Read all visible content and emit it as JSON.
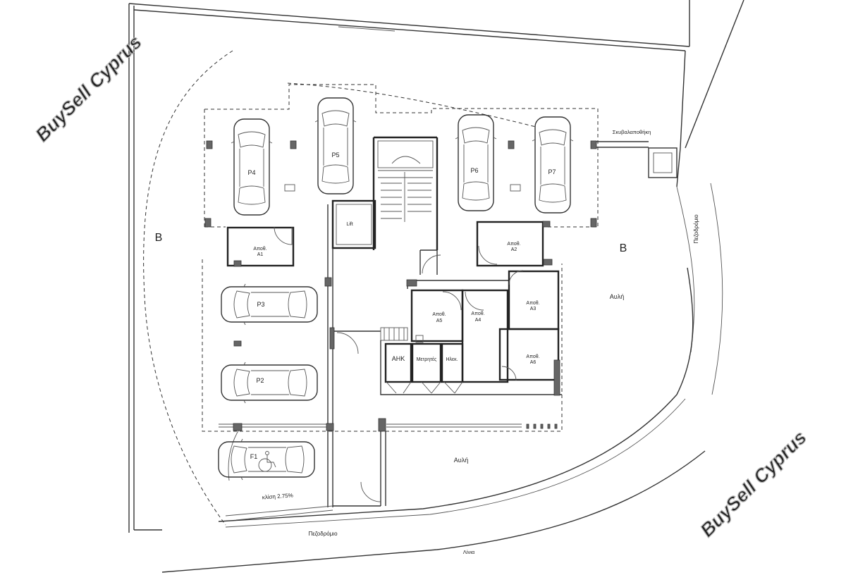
{
  "watermark": "BuySell Cyprus",
  "labels": {
    "p4": "P4",
    "p5": "P5",
    "p6": "P6",
    "p7": "P7",
    "p3": "P3",
    "p2": "P2",
    "f1": "F1",
    "lift": "Lift",
    "store_a1_line1": "Αποθ.",
    "store_a1_line2": "A1",
    "store_a2_line1": "Αποθ.",
    "store_a2_line2": "A2",
    "store_a3_line1": "Αποθ.",
    "store_a3_line2": "A3",
    "store_a4_line1": "Αποθ.",
    "store_a4_line2": "A4",
    "store_a5_line1": "Αποθ.",
    "store_a5_line2": "A5",
    "store_a6_line1": "Αποθ.",
    "store_a6_line2": "A6",
    "ahk": "ΑΗΚ",
    "meters": "Μετρητές",
    "elec": "Ηλεκ.",
    "zone_b_left": "B",
    "zone_b_right": "B",
    "yard_right": "Αυλή",
    "yard_bottom": "Αυλή",
    "garbage_store": "Σκυβαλαποθήκη",
    "sidewalk_right": "Πεζοδρόμιο",
    "sidewalk_bottom": "Πεζοδρόμιο",
    "slope": "κλίση 2.75%",
    "line": "Λίνια"
  }
}
